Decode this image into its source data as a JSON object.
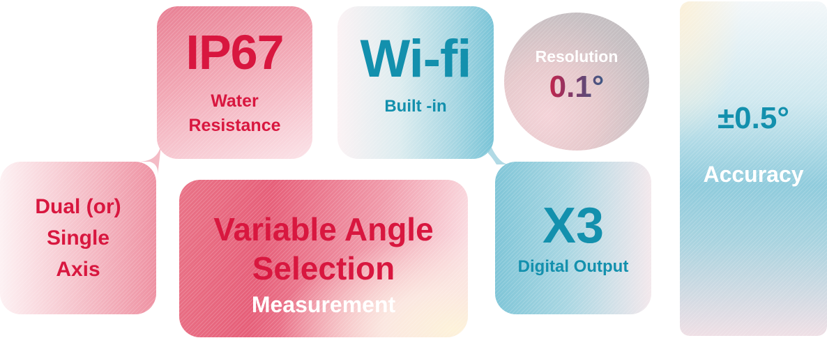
{
  "tiles": {
    "ip67": {
      "title": "IP67",
      "line1": "Water",
      "line2": "Resistance"
    },
    "wifi": {
      "title": "Wi-fi",
      "subtitle": "Built -in"
    },
    "resolution": {
      "label": "Resolution",
      "value": "0.1°"
    },
    "axis": {
      "line1": "Dual (or)",
      "line2": "Single",
      "line3": "Axis"
    },
    "variable": {
      "line1": "Variable Angle",
      "line2": "Selection",
      "subtitle": "Measurement"
    },
    "x3": {
      "title": "X3",
      "subtitle": "Digital Output"
    },
    "accuracy": {
      "value": "±0.5°",
      "label": "Accuracy"
    }
  },
  "colors": {
    "red_text": "#d8173f",
    "teal_text": "#1390ad",
    "white_text": "#ffffff"
  }
}
